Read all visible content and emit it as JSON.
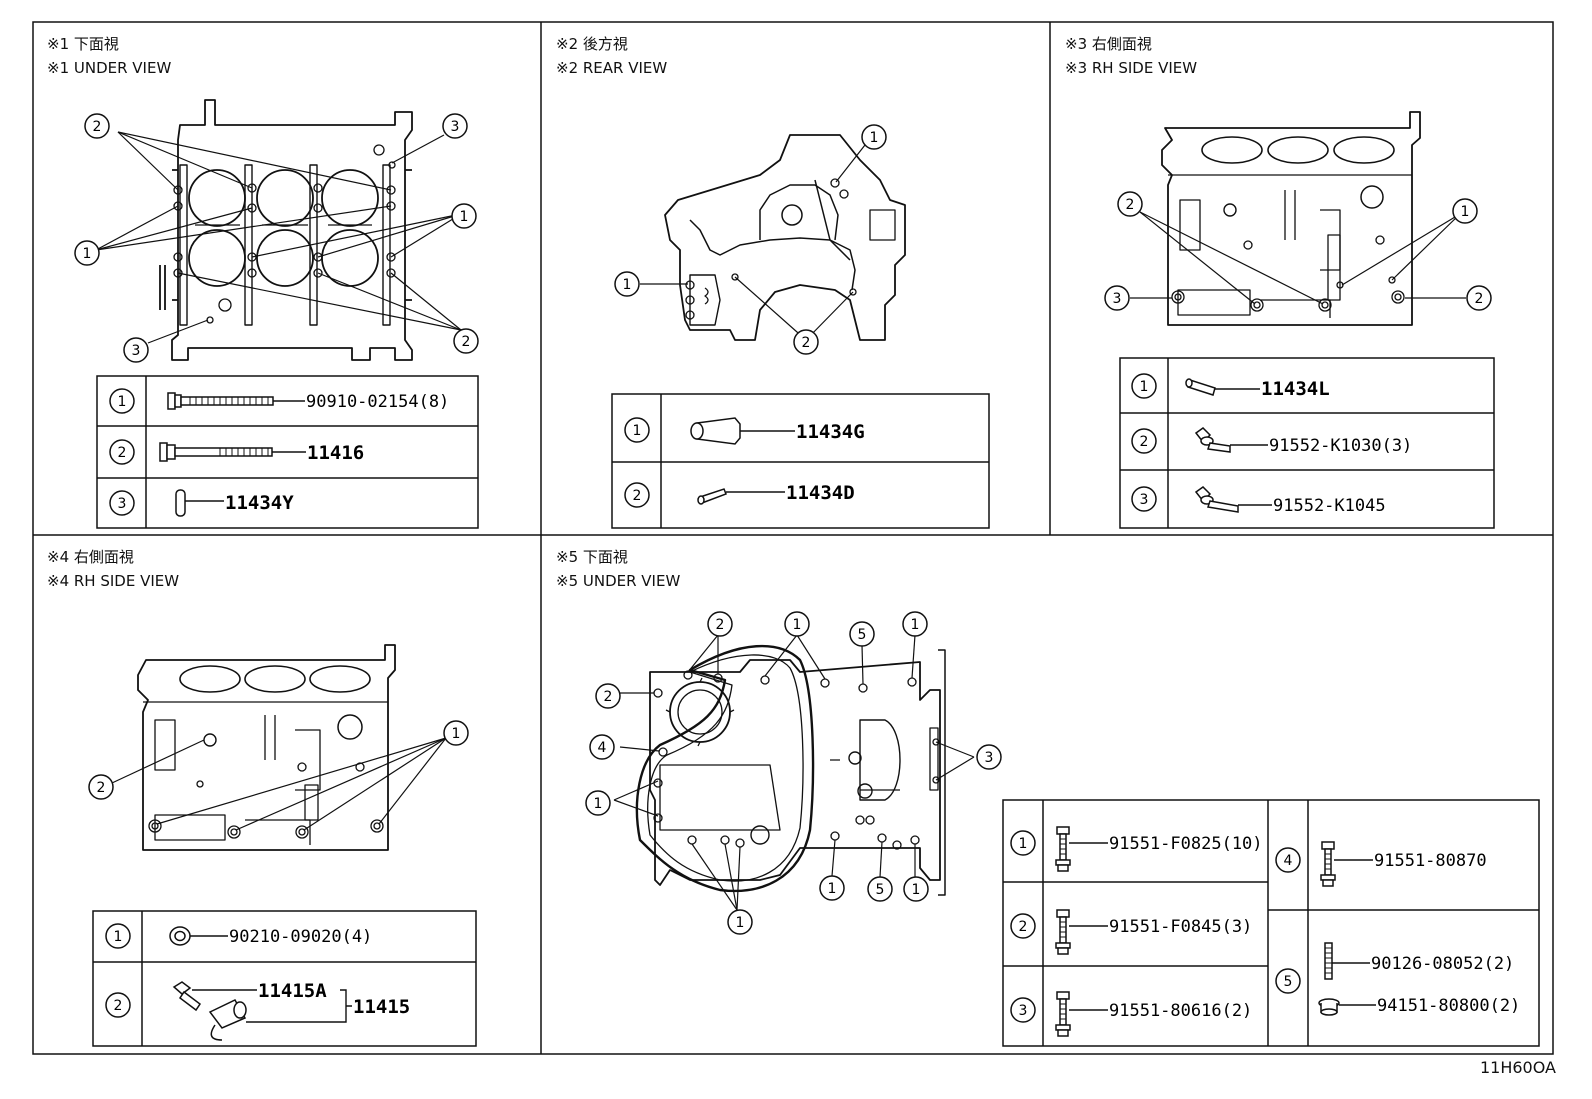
{
  "panels": [
    {
      "title_jp": "※1 下面視",
      "title_en": "※1 UNDER VIEW",
      "callouts": [
        "1",
        "2",
        "3"
      ],
      "parts": [
        {
          "no": "1",
          "part": "90910-02154(8)"
        },
        {
          "no": "2",
          "part": "11416"
        },
        {
          "no": "3",
          "part": "11434Y"
        }
      ]
    },
    {
      "title_jp": "※2 後方視",
      "title_en": "※2 REAR VIEW",
      "callouts": [
        "1",
        "2"
      ],
      "parts": [
        {
          "no": "1",
          "part": "11434G"
        },
        {
          "no": "2",
          "part": "11434D"
        }
      ]
    },
    {
      "title_jp": "※3 右側面視",
      "title_en": "※3 RH SIDE VIEW",
      "callouts": [
        "1",
        "2",
        "3"
      ],
      "parts": [
        {
          "no": "1",
          "part": "11434L"
        },
        {
          "no": "2",
          "part": "91552-K1030(3)"
        },
        {
          "no": "3",
          "part": "91552-K1045"
        }
      ]
    },
    {
      "title_jp": "※4 右側面視",
      "title_en": "※4 RH SIDE VIEW",
      "callouts": [
        "1",
        "2"
      ],
      "parts": [
        {
          "no": "1",
          "part": "90210-09020(4)"
        },
        {
          "no": "2",
          "part": "11415A",
          "assembly": "11415"
        }
      ]
    },
    {
      "title_jp": "※5 下面視",
      "title_en": "※5 UNDER VIEW",
      "callouts": [
        "1",
        "2",
        "3",
        "4",
        "5"
      ],
      "parts": [
        {
          "no": "1",
          "part": "91551-F0825(10)"
        },
        {
          "no": "2",
          "part": "91551-F0845(3)"
        },
        {
          "no": "3",
          "part": "91551-80616(2)"
        },
        {
          "no": "4",
          "part": "91551-80870"
        },
        {
          "no": "5",
          "part": "90126-08052(2)",
          "part2": "94151-80800(2)"
        }
      ]
    }
  ],
  "drawing_code": "11H60OA",
  "colors": {
    "line": "#111111",
    "background": "#ffffff"
  }
}
